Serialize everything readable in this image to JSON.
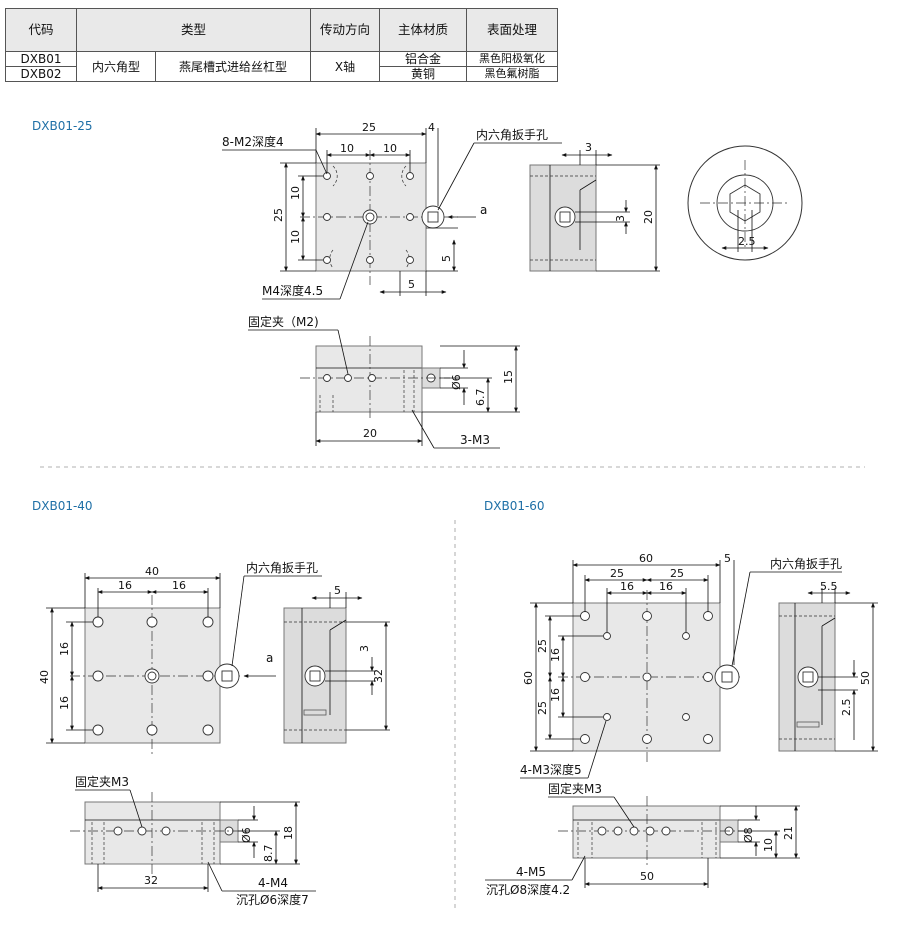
{
  "table": {
    "headers": [
      "代码",
      "类型",
      "传动方向",
      "主体材质",
      "表面处理"
    ],
    "type_main": "内六角型",
    "type_sub": "燕尾槽式进给丝杠型",
    "direction": "X轴",
    "rows": [
      {
        "code": "DXB01",
        "material": "铝合金",
        "finish": "黑色阳极氧化"
      },
      {
        "code": "DXB02",
        "material": "黄铜",
        "finish": "黑色氟树脂"
      }
    ]
  },
  "sections": {
    "s25": {
      "title": "DXB01-25",
      "callouts": {
        "threads": "8-M2深度4",
        "hex": "内六角扳手孔",
        "center": "M4深度4.5",
        "clamp": "固定夹（M2)",
        "side": "3-M3",
        "axis": "a"
      },
      "dims": {
        "w": "25",
        "gap": "4",
        "p1": "10",
        "p2": "10",
        "h": "25",
        "v1": "10",
        "v2": "10",
        "c1": "5",
        "c2": "5",
        "s3": "3",
        "s3b": "3",
        "s20": "20",
        "d25": "2.5",
        "fw": "20",
        "f15": "15",
        "fd6": "Ø6",
        "f67": "6.7"
      }
    },
    "s40": {
      "title": "DXB01-40",
      "callouts": {
        "hex": "内六角扳手孔",
        "clamp": "固定夹M3",
        "side1": "4-M4",
        "side2": "沉孔Ø6深度7",
        "axis": "a"
      },
      "dims": {
        "w": "40",
        "p1": "16",
        "p2": "16",
        "h": "40",
        "v1": "16",
        "v2": "16",
        "s5": "5",
        "s3": "3",
        "s32": "32",
        "fw": "32",
        "fd6": "Ø6",
        "f87": "8.7",
        "f18": "18"
      }
    },
    "s60": {
      "title": "DXB01-60",
      "callouts": {
        "hex": "内六角扳手孔",
        "threads": "4-M3深度5",
        "clamp": "固定夹M3",
        "side1": "4-M5",
        "side2": "沉孔Ø8深度4.2"
      },
      "dims": {
        "w": "60",
        "gap": "5",
        "a1": "25",
        "a2": "25",
        "b1": "16",
        "b2": "16",
        "h": "60",
        "v25a": "25",
        "v16a": "16",
        "v16b": "16",
        "v25b": "25",
        "s55": "5.5",
        "s25": "2.5",
        "s50": "50",
        "fw": "50",
        "fd8": "Ø8",
        "f10": "10",
        "f21": "21"
      }
    }
  }
}
